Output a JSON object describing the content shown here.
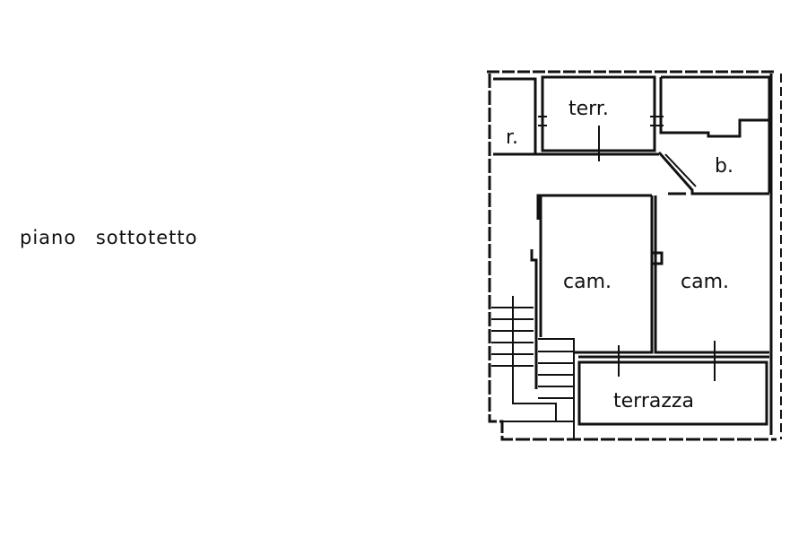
{
  "title": "piano sottotetto",
  "rooms": {
    "r": "r.",
    "terr": "terr.",
    "b": "b.",
    "cam1": "cam.",
    "cam2": "cam.",
    "terrazza": "terrazza"
  },
  "colors": {
    "ink": "#111111",
    "background": "#ffffff"
  }
}
